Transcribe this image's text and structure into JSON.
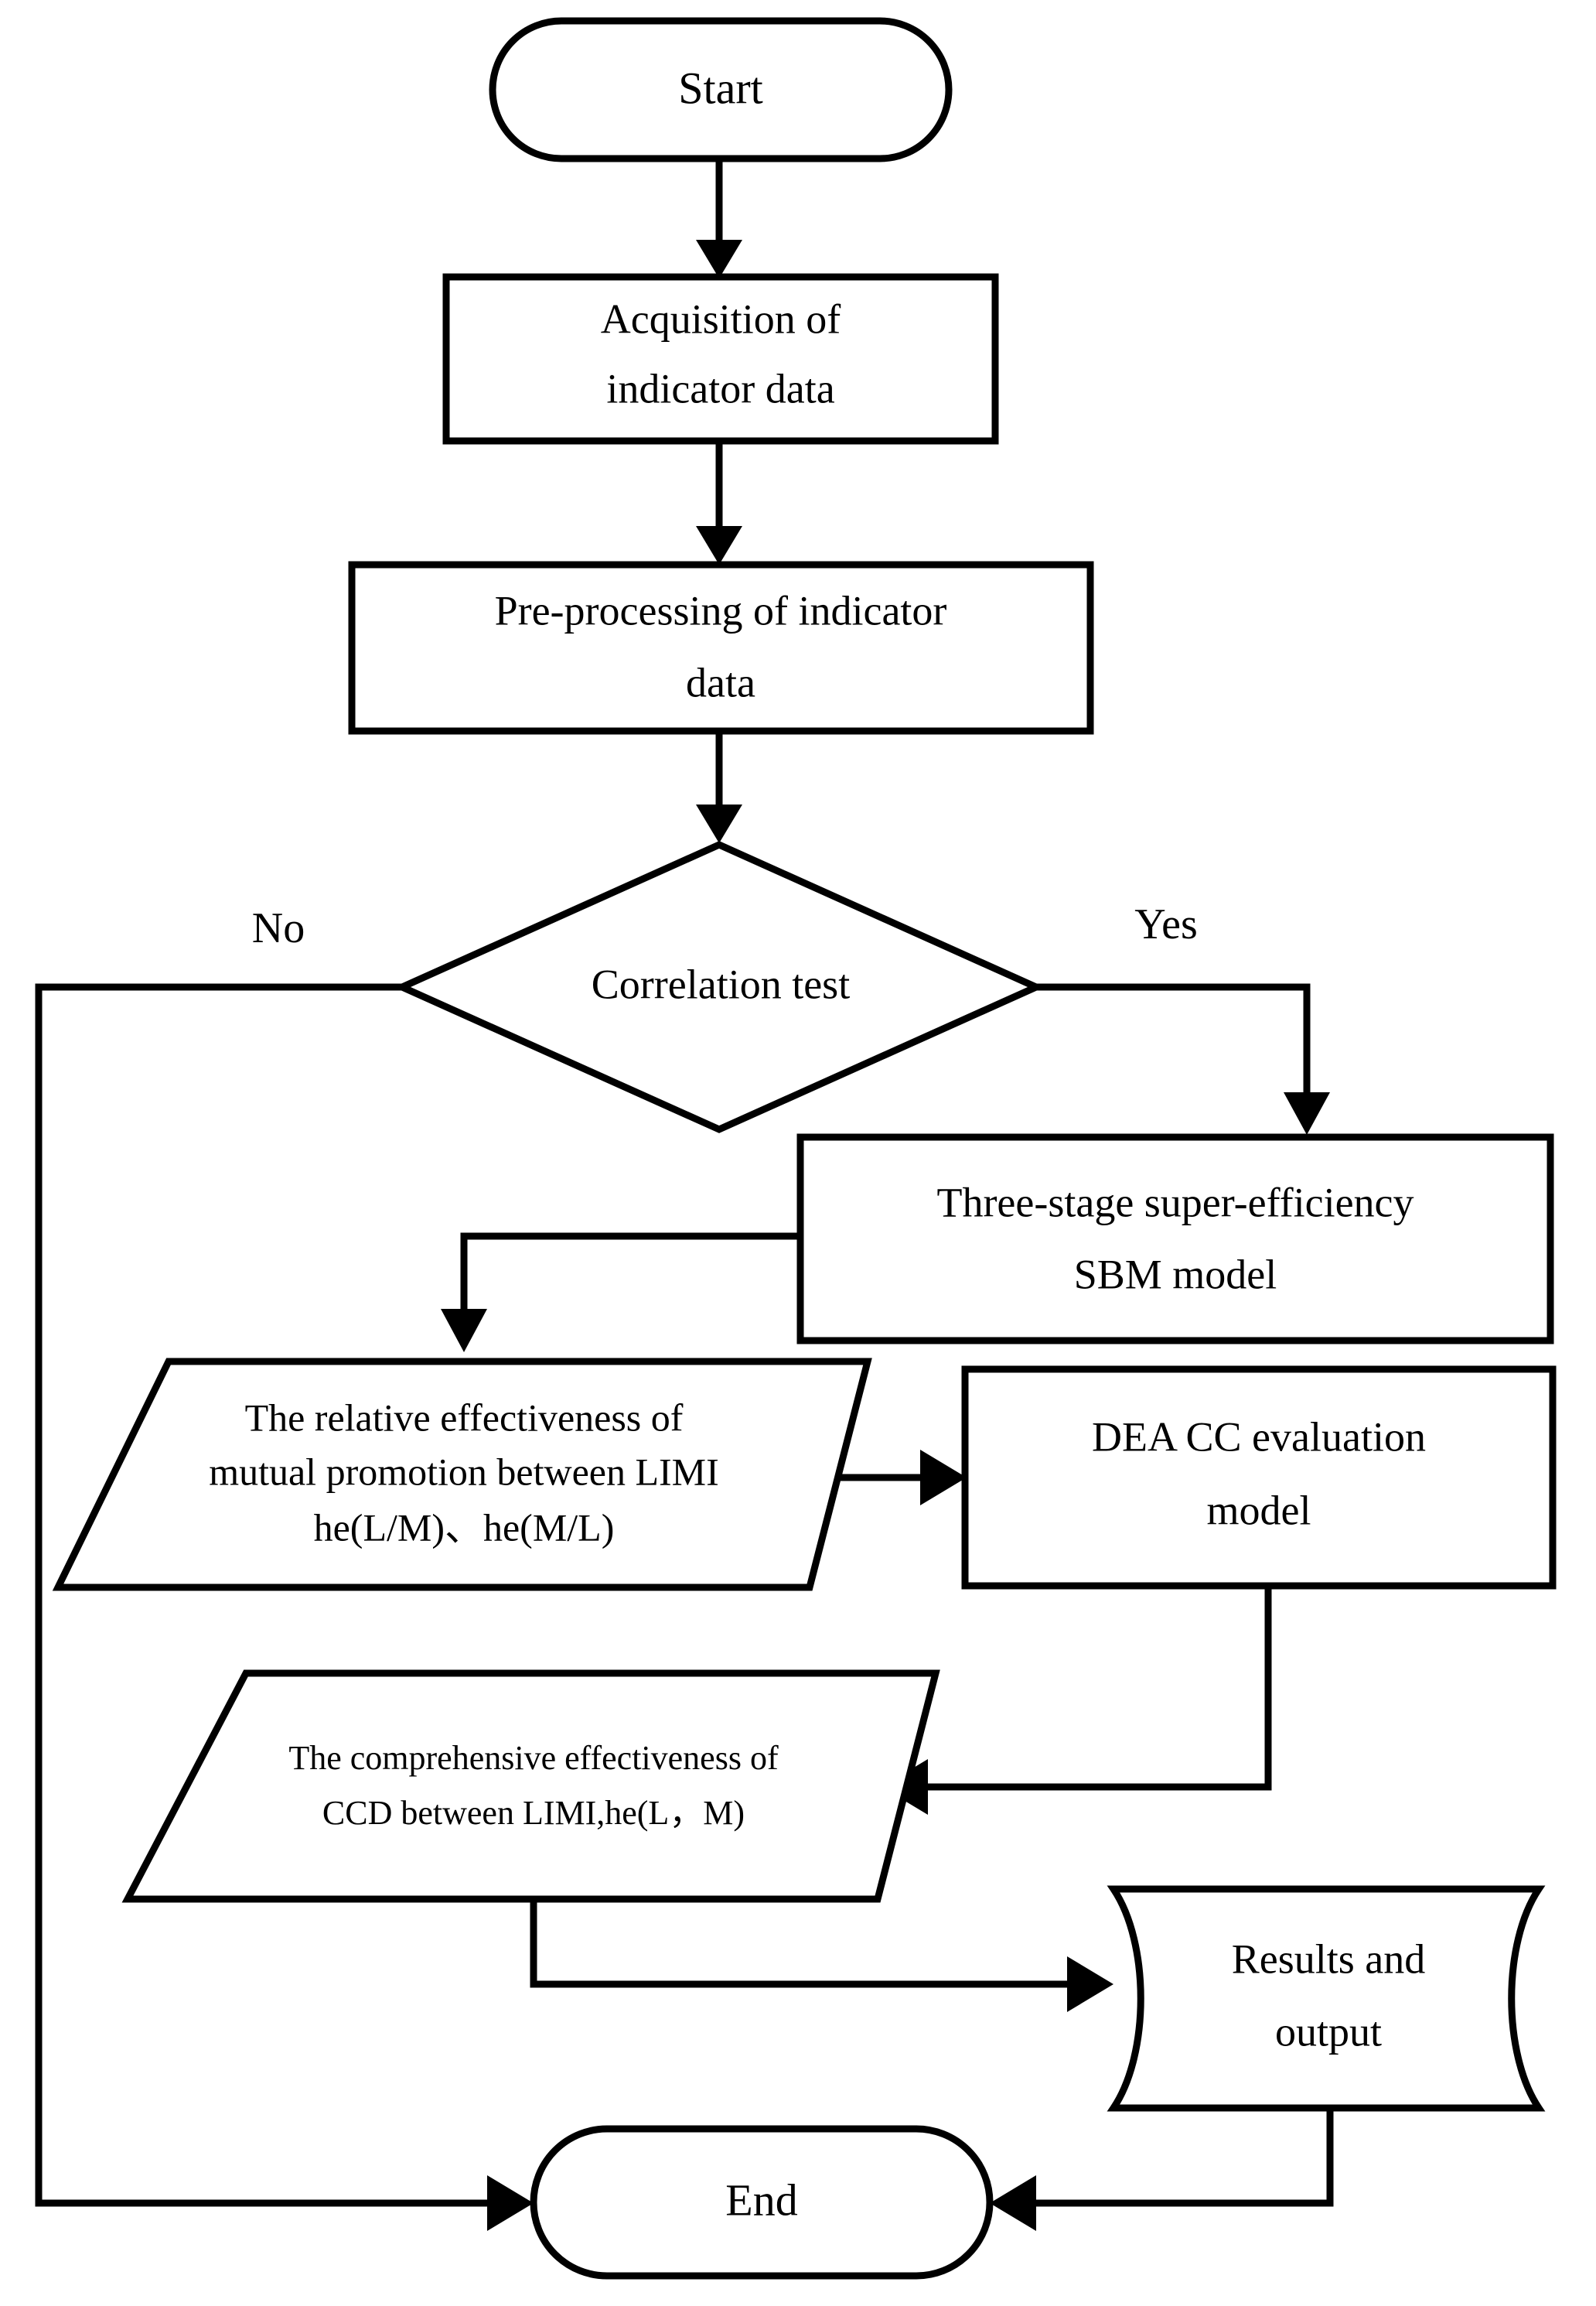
{
  "diagram": {
    "type": "flowchart",
    "title": "",
    "background_color": "#ffffff",
    "stroke_color": "#000000",
    "nodes": {
      "start": {
        "label": "Start",
        "shape": "terminator"
      },
      "acquisition": {
        "line1": "Acquisition of",
        "line2": "indicator data",
        "shape": "process"
      },
      "preprocessing": {
        "line1": "Pre-processing of indicator",
        "line2": "data",
        "shape": "process"
      },
      "decision": {
        "label": "Correlation test",
        "shape": "decision"
      },
      "sbm": {
        "line1": "Three-stage super-efficiency",
        "line2": "SBM model",
        "shape": "process"
      },
      "relative": {
        "line1": "The relative effectiveness of",
        "line2": "mutual promotion between LIMI",
        "line3": "he(L/M)、he(M/L)",
        "shape": "data-parallelogram"
      },
      "dea": {
        "line1": "DEA CC evaluation",
        "line2": "model",
        "shape": "process"
      },
      "comprehensive": {
        "line1": "The comprehensive effectiveness of",
        "line2": "CCD between LIMI,he(L，M)",
        "shape": "data-parallelogram"
      },
      "results": {
        "line1": "Results and",
        "line2": "output",
        "shape": "document"
      },
      "end": {
        "label": "End",
        "shape": "terminator"
      }
    },
    "branch_labels": {
      "no": "No",
      "yes": "Yes"
    },
    "edges": [
      {
        "from": "start",
        "to": "acquisition",
        "label": ""
      },
      {
        "from": "acquisition",
        "to": "preprocessing",
        "label": ""
      },
      {
        "from": "preprocessing",
        "to": "decision",
        "label": ""
      },
      {
        "from": "decision",
        "to": "end",
        "label": "No"
      },
      {
        "from": "decision",
        "to": "sbm",
        "label": "Yes"
      },
      {
        "from": "sbm",
        "to": "relative",
        "label": ""
      },
      {
        "from": "relative",
        "to": "dea",
        "label": ""
      },
      {
        "from": "dea",
        "to": "comprehensive",
        "label": ""
      },
      {
        "from": "comprehensive",
        "to": "results",
        "label": ""
      },
      {
        "from": "results",
        "to": "end",
        "label": ""
      }
    ]
  }
}
